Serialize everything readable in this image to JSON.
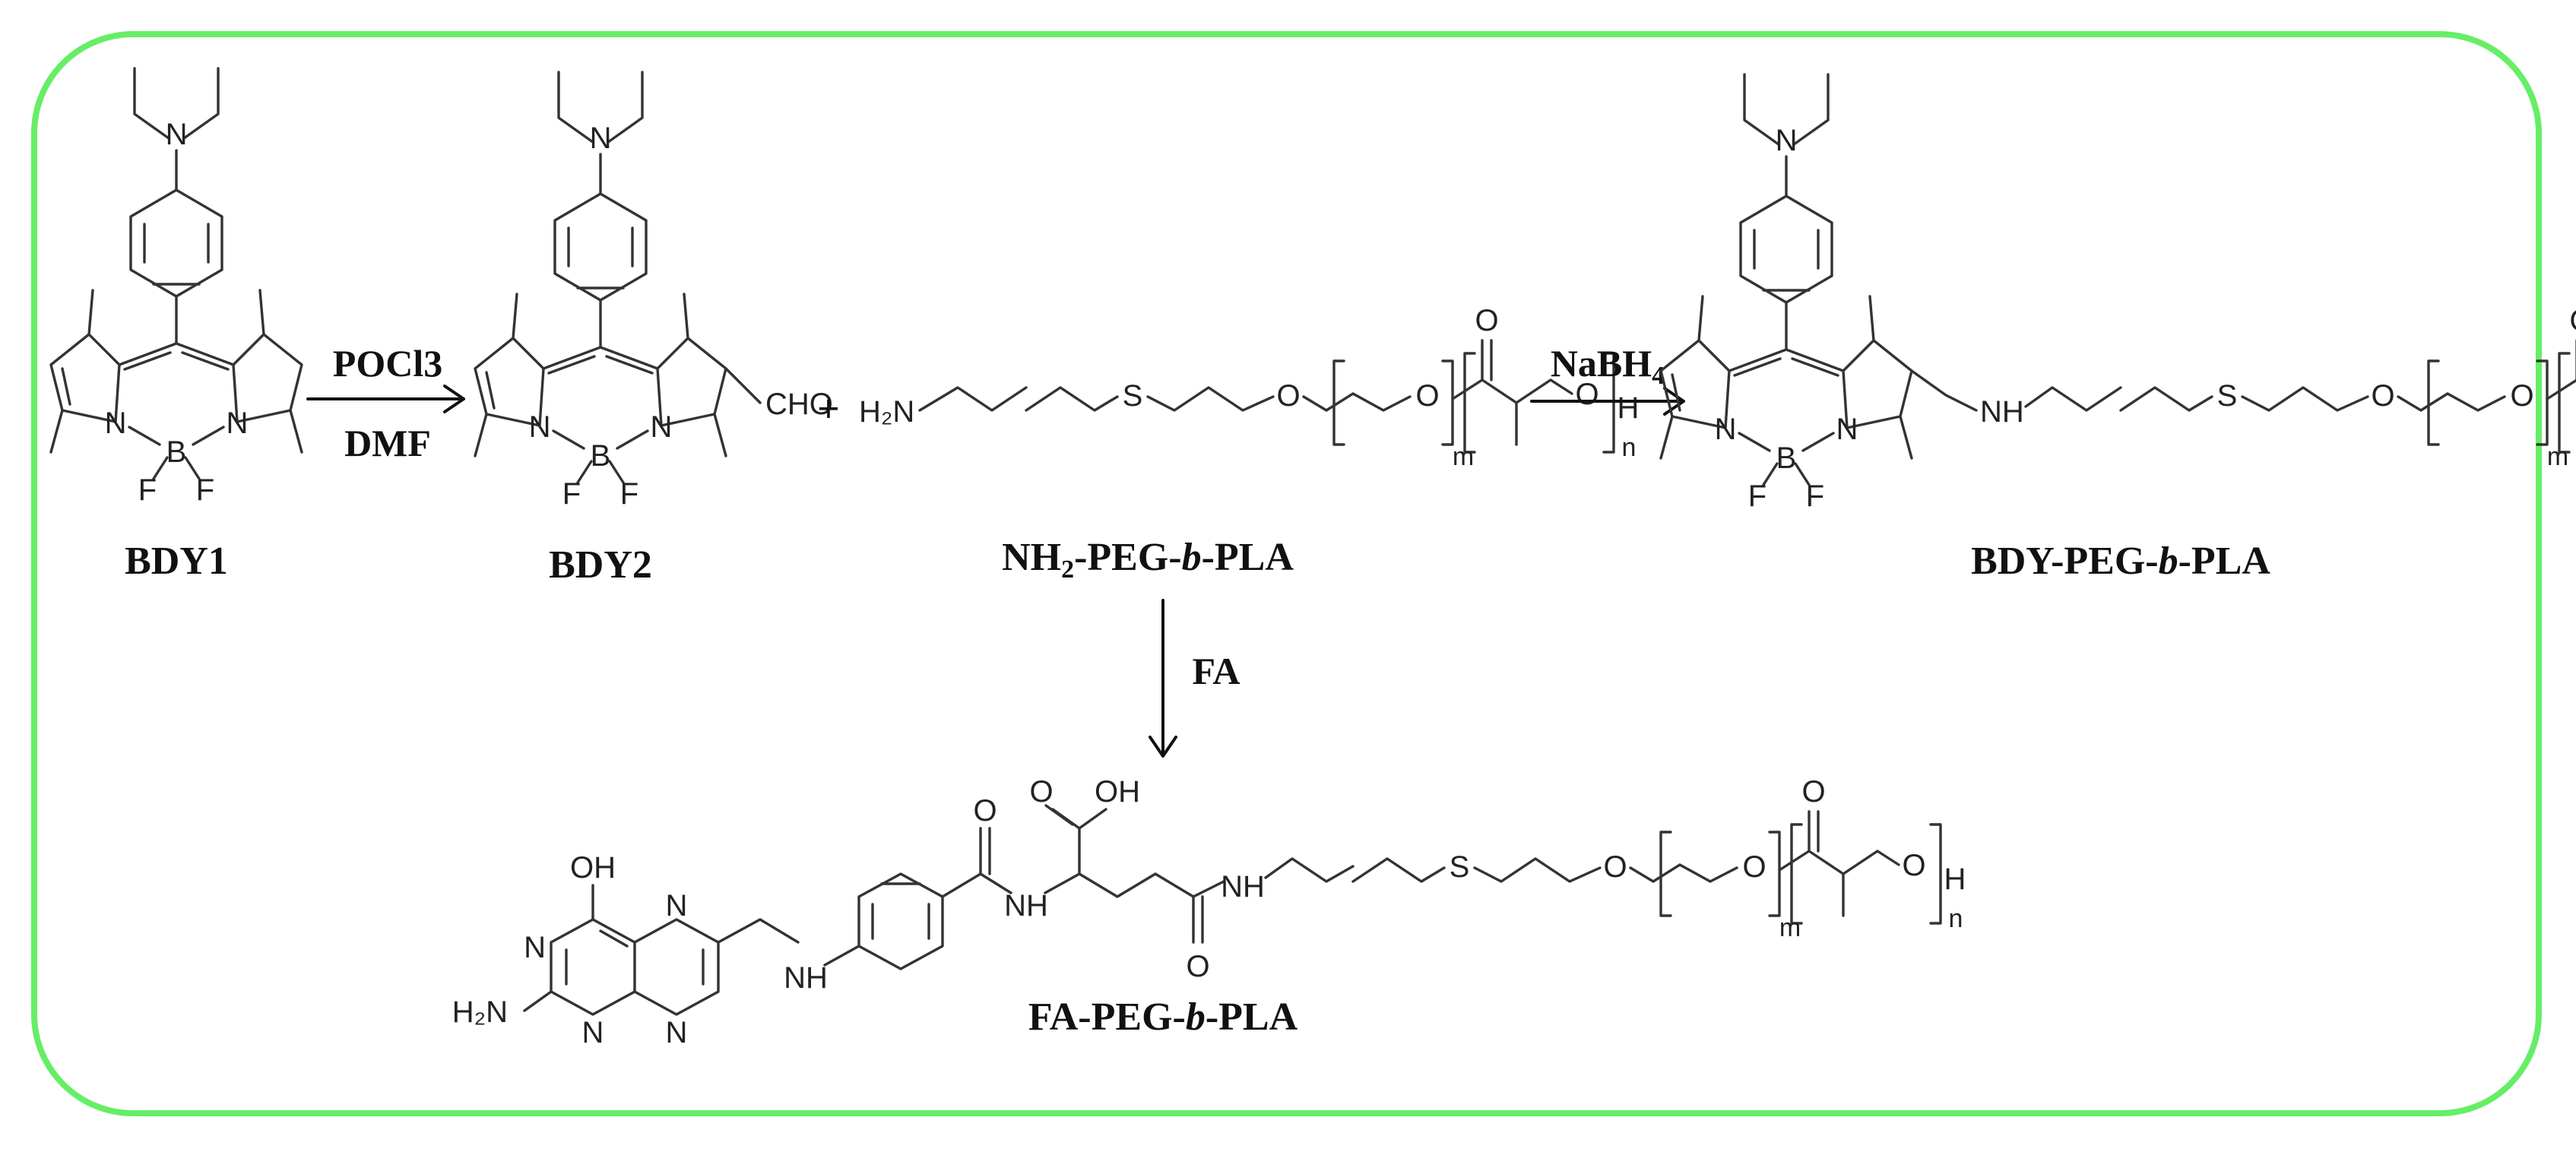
{
  "frame": {
    "border_color": "#66ee66"
  },
  "compounds": {
    "bdy1": "BDY1",
    "bdy2": "BDY2",
    "nh2_peg_pla": {
      "prefix": "NH",
      "sub": "2",
      "mid": "-PEG-",
      "italic": "b",
      "suffix": "-PLA"
    },
    "bdy_peg_pla": {
      "prefix": "BDY-PEG-",
      "italic": "b",
      "suffix": "-PLA"
    },
    "fa_peg_pla": {
      "prefix": "FA-PEG-",
      "italic": "b",
      "suffix": "-PLA"
    }
  },
  "reagents": {
    "step1_top": "POCl3",
    "step1_bottom": "DMF",
    "step2": {
      "main": "NaBH",
      "sub": "4"
    },
    "step3": "FA"
  },
  "plus_sign": "+",
  "atoms": {
    "N": "N",
    "B": "B",
    "F": "F",
    "O": "O",
    "S": "S",
    "H": "H",
    "CHO": "CHO",
    "H2N": "H₂N",
    "NH": "NH",
    "OH": "OH",
    "m": "m",
    "n": "n"
  }
}
